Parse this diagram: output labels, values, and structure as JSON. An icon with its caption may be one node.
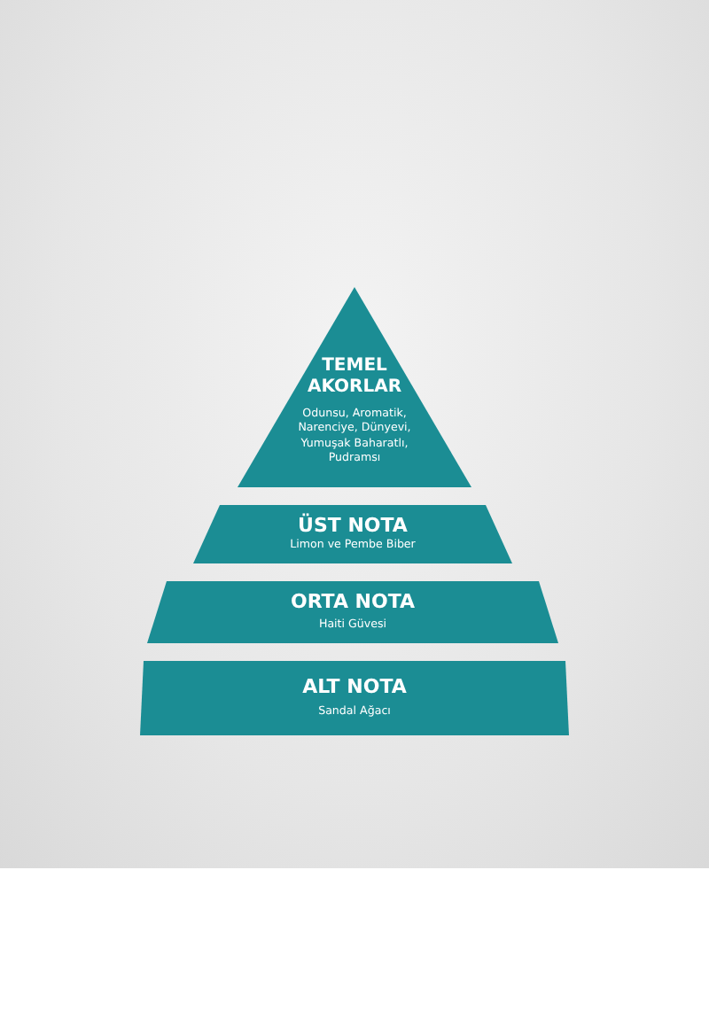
{
  "diagram": {
    "nodes": [
      {
        "text": [
          "TEMEL AKORLAR",
          "Odunsu, Aromatik, Narenciye, Dünyevi, Yumuşak Baharatlı, Pudramsı"
        ]
      },
      {
        "text": [
          "ÜST NOTA",
          "Limon ve Pembe Biber"
        ]
      },
      {
        "text": [
          "ORTA NOTA",
          "Haiti Güvesi"
        ]
      },
      {
        "text": [
          "ALT NOTA",
          "Sandal Ağacı"
        ]
      }
    ]
  }
}
